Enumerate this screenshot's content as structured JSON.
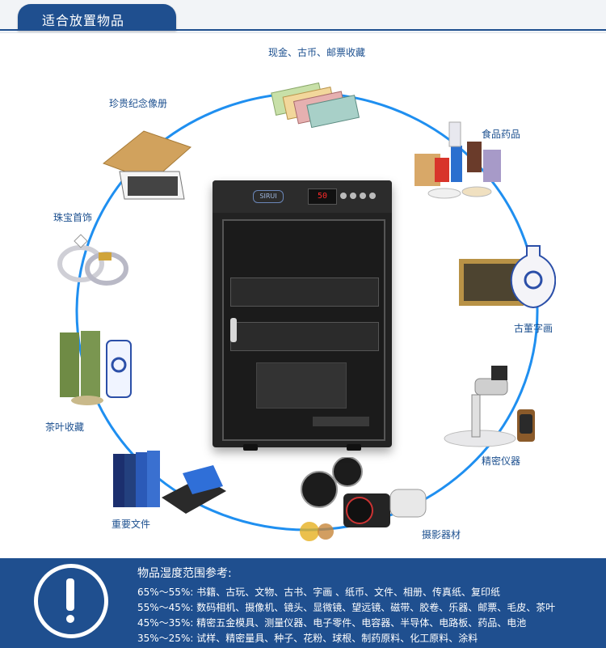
{
  "header": {
    "title": "适合放置物品"
  },
  "items": {
    "currency": "现金、古币、邮票收藏",
    "food_medicine": "食品药品",
    "antiques": "古董字画",
    "precision": "精密仪器",
    "camera": "摄影器材",
    "documents": "重要文件",
    "tea": "茶叶收藏",
    "jewelry": "珠宝首饰",
    "album": "珍贵纪念像册"
  },
  "cabinet": {
    "brand": "SIRUI",
    "display": "50"
  },
  "reference": {
    "title": "物品湿度范围参考:",
    "lines": [
      "65%～55%: 书籍、古玩、文物、古书、字画 、纸币、文件、相册、传真纸、复印纸",
      "55%～45%: 数码相机、摄像机、镜头、显微镜、望远镜、磁带、胶卷、乐器、邮票、毛皮、茶叶",
      "45%～35%: 精密五金模具、测量仪器、电子零件、电容器、半导体、电路板、药品、电池",
      "35%～25%: 试样、精密量具、种子、花粉、球根、制药原料、化工原料、涂料"
    ]
  },
  "colors": {
    "brand_blue": "#1f4f8f",
    "ring_blue": "#1f8ff0"
  }
}
